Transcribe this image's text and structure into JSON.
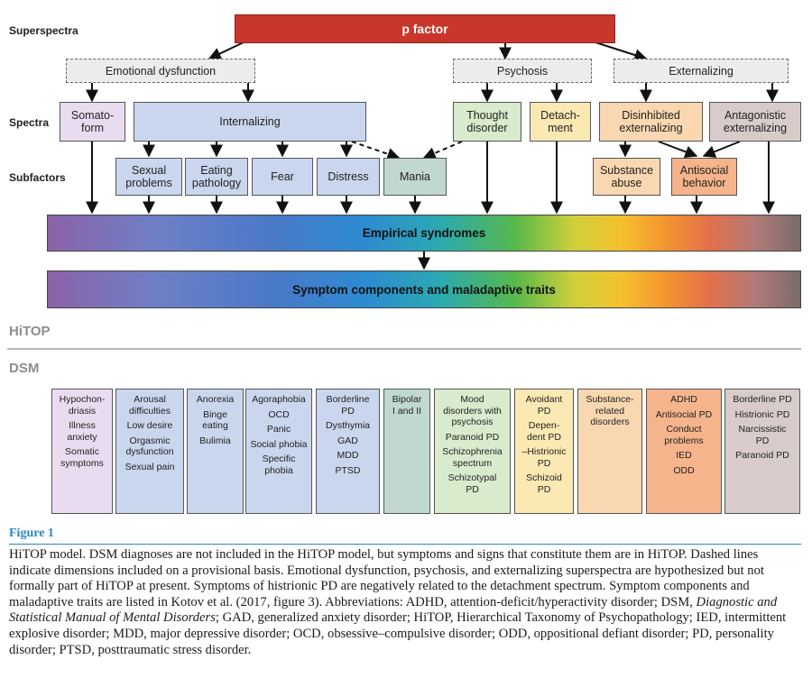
{
  "row_labels": {
    "superspectra": "Superspectra",
    "spectra": "Spectra",
    "subfactors": "Subfactors"
  },
  "p_factor": "p factor",
  "superspectra": {
    "emotional": "Emotional dysfunction",
    "psychosis": "Psychosis",
    "externalizing": "Externalizing"
  },
  "spectra": {
    "somatoform": "Somato-\nform",
    "internalizing": "Internalizing",
    "thought_disorder": "Thought\ndisorder",
    "detachment": "Detach-\nment",
    "disinhibited": "Disinhibited\nexternalizing",
    "antagonistic": "Antagonistic\nexternalizing"
  },
  "subfactors": {
    "sexual_problems": "Sexual\nproblems",
    "eating_pathology": "Eating\npathology",
    "fear": "Fear",
    "distress": "Distress",
    "mania": "Mania",
    "substance_abuse": "Substance\nabuse",
    "antisocial_behavior": "Antisocial\nbehavior"
  },
  "bars": {
    "empirical": "Empirical syndromes",
    "symptom": "Symptom components and maladaptive traits"
  },
  "section_headers": {
    "hitop": "HiTOP",
    "dsm": "DSM"
  },
  "dsm_columns": [
    {
      "items": [
        "Hypochon-\ndriasis",
        "Illness\nanxiety",
        "Somatic\nsymptoms"
      ],
      "color": "#eadcf0"
    },
    {
      "items": [
        "Arousal\ndifficulties",
        "Low desire",
        "Orgasmic\ndysfunction",
        "Sexual pain"
      ],
      "color": "#c9d6ee"
    },
    {
      "items": [
        "Anorexia",
        "Binge\neating",
        "Bulimia"
      ],
      "color": "#c9d6ee"
    },
    {
      "items": [
        "Agoraphobia",
        "OCD",
        "Panic",
        "Social phobia",
        "Specific\nphobia"
      ],
      "color": "#c9d6ee"
    },
    {
      "items": [
        "Borderline\nPD",
        "Dysthymia",
        "GAD",
        "MDD",
        "PTSD"
      ],
      "color": "#c9d6ee"
    },
    {
      "items": [
        "Bipolar\nI and II"
      ],
      "color": "#c0d8d0"
    },
    {
      "items": [
        "Mood\ndisorders with\npsychosis",
        "Paranoid PD",
        "Schizophrenia\nspectrum",
        "Schizotypal\nPD"
      ],
      "color": "#d8ebcc"
    },
    {
      "items": [
        "Avoidant\nPD",
        "Depen-\ndent PD",
        "–Histrionic\nPD",
        "Schizoid\nPD"
      ],
      "color": "#fbe9b4"
    },
    {
      "items": [
        "Substance-\nrelated\ndisorders"
      ],
      "color": "#f9d7b0"
    },
    {
      "items": [
        "ADHD",
        "Antisocial PD",
        "Conduct\nproblems",
        "IED",
        "ODD"
      ],
      "color": "#f5b48c"
    },
    {
      "items": [
        "Borderline PD",
        "Histrionic PD",
        "Narcissistic\nPD",
        "Paranoid PD"
      ],
      "color": "#d8cccb"
    }
  ],
  "figure_label": "Figure 1",
  "caption": {
    "before_italic": "HiTOP model. DSM diagnoses are not included in the HiTOP model, but symptoms and signs that constitute them are in HiTOP. Dashed lines indicate dimensions included on a provisional basis. Emotional dysfunction, psychosis, and externalizing superspectra are hypothesized but not formally part of HiTOP at present. Symptoms of histrionic PD are negatively related to the detachment spectrum. Symptom components and maladaptive traits are listed in Kotov et al. (2017, figure 3). Abbreviations: ADHD, attention-deficit/hyperactivity disorder; DSM, ",
    "italic": "Diagnostic and Statistical Manual of Mental Disorders",
    "after_italic": "; GAD, generalized anxiety disorder; HiTOP, Hierarchical Taxonomy of Psychopathology; IED, intermittent explosive disorder; MDD, major depressive disorder; OCD, obsessive–compulsive disorder; ODD, oppositional defiant disorder; PD, personality disorder; PTSD, posttraumatic stress disorder."
  },
  "colors": {
    "p_factor": "#c9362c",
    "somatoform": "#eadcf0",
    "internalizing": "#c9d6ee",
    "mania": "#c0d8d0",
    "thought_disorder": "#d8ebcc",
    "detachment": "#fbe9b4",
    "disinhibited": "#f9d7b0",
    "antisocial": "#f5b48c",
    "antagonistic": "#d8cccb",
    "figure_blue": "#2a86c4"
  }
}
